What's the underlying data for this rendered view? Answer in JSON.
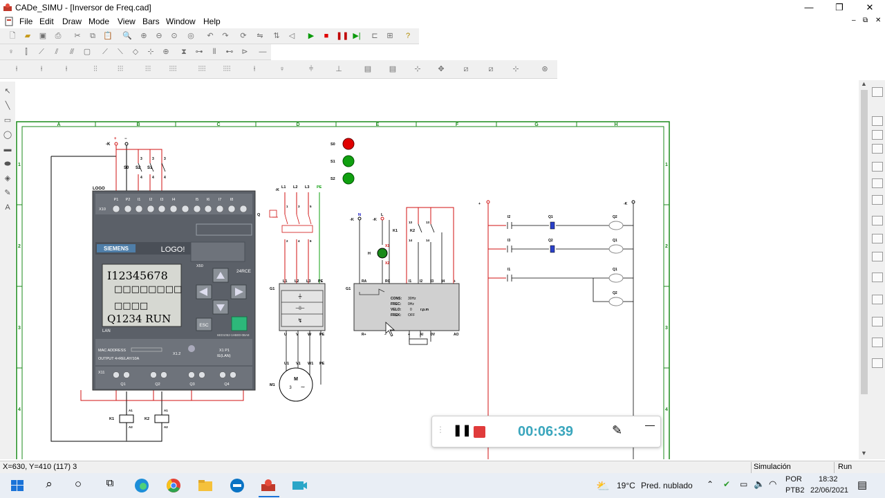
{
  "window": {
    "title": "CADe_SIMU - [Inversor de Freq.cad]",
    "minimize_glyph": "—",
    "restore_glyph": "❐",
    "close_glyph": "✕"
  },
  "menu": [
    "File",
    "Edit",
    "Draw",
    "Mode",
    "View",
    "Bars",
    "Window",
    "Help"
  ],
  "drawing": {
    "columns": [
      "A",
      "B",
      "C",
      "D",
      "E",
      "F",
      "G",
      "H"
    ],
    "rows": [
      "1",
      "2",
      "3",
      "4"
    ],
    "plc": {
      "brand": "SIEMENS",
      "model": "LOGO!",
      "x10": "X10",
      "x11": "X11",
      "x50": "X50",
      "version": "24RCE",
      "part": "6ED1052-1HB00-0BA8",
      "display_line1": "I12345678",
      "display_line2": "□□□□□□□□",
      "display_line3": "□□□□",
      "display_line4": "Q1234 RUN",
      "lan": "LAN",
      "mac": "MAC ADDRESS",
      "output": "OUTPUT 4×RELAY/10A",
      "x12": "X1.2",
      "x1p1": "X1 P1",
      "ie_lan": "IE(LAN)",
      "esc": "ESC",
      "logo_label": "LOGO",
      "inputs": [
        "P1",
        "P2",
        "I1",
        "I2",
        "I3",
        "I4",
        "I5",
        "I6",
        "I7",
        "I8"
      ],
      "outputs": [
        "Q1",
        "Q2",
        "Q3",
        "Q4"
      ]
    },
    "labels": {
      "k": "-K",
      "plus": "+",
      "minus": "−",
      "s0": "S0",
      "s1": "S1",
      "s2": "S2",
      "k1": "K1",
      "k2": "K2",
      "a1": "A1",
      "a2": "A2",
      "l1": "L1",
      "l2": "L2",
      "l3": "L3",
      "pe": "PE",
      "q": "Q",
      "g1": "G1",
      "m1": "M1",
      "u": "U",
      "v": "V",
      "w": "W",
      "u1": "U1",
      "v1": "V1",
      "w1": "W1",
      "n": "N",
      "l": "L",
      "h": "H",
      "x1": "X1",
      "x2": "X2",
      "ra": "RA",
      "rc": "RC",
      "i1": "I1",
      "i2": "I2",
      "i3": "I3",
      "i4": "I4",
      "q1": "Q1",
      "q2": "Q2",
      "ai": "AI",
      "ov": "0V",
      "ao": "AO",
      "rplus": "R+",
      "m": "M",
      "three": "3",
      "n13": "13",
      "n14": "14",
      "n3": "3",
      "n4": "4",
      "n1": "1",
      "n2": "2",
      "n5": "5",
      "n6": "6"
    },
    "inverter": {
      "cons_label": "CONS:",
      "cons_value": "30Hz",
      "frec_label": "FREC:",
      "frec_value": "0Hz",
      "velo_label": "VELO:",
      "velo_value": "0",
      "velo_unit": "r.p.m",
      "frek_label": "FREK:",
      "frek_value": "OFF"
    }
  },
  "status": {
    "coords": "X=630, Y=410 (117) 3",
    "mode": "Simulación",
    "state": "Run"
  },
  "recorder": {
    "time": "00:06:39"
  },
  "taskbar": {
    "temperature": "19°C",
    "weather": "Pred. nublado",
    "lang_top": "POR",
    "lang_bottom": "PTB2",
    "clock_time": "18:32",
    "clock_date": "22/06/2021"
  },
  "colors": {
    "frame_green": "#1a8a1a",
    "wire_red": "#d01010",
    "lamp_red": "#e00000",
    "lamp_green": "#10a010",
    "recorder_time": "#3aa6bd"
  }
}
